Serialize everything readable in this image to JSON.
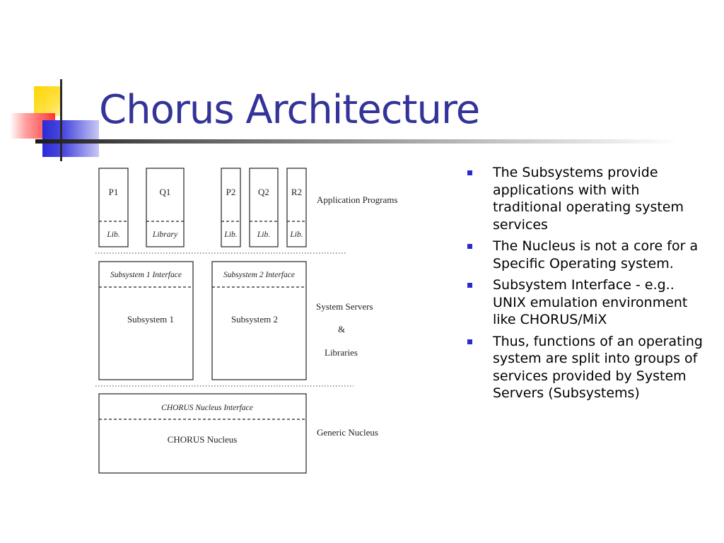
{
  "slide": {
    "title": "Chorus Architecture"
  },
  "diagram": {
    "layers": {
      "application": "Application Programs",
      "servers_line1": "System Servers",
      "servers_amp": "&",
      "servers_line2": "Libraries",
      "nucleus": "Generic Nucleus"
    },
    "programs": [
      {
        "name": "P1",
        "lib": "Lib."
      },
      {
        "name": "Q1",
        "lib": "Library"
      },
      {
        "name": "P2",
        "lib": "Lib."
      },
      {
        "name": "Q2",
        "lib": "Lib."
      },
      {
        "name": "R2",
        "lib": "Lib."
      }
    ],
    "subsystems": [
      {
        "interface": "Subsystem 1 Interface",
        "name": "Subsystem 1"
      },
      {
        "interface": "Subsystem 2 Interface",
        "name": "Subsystem 2"
      }
    ],
    "nucleus_box": {
      "interface": "CHORUS Nucleus Interface",
      "name": "CHORUS Nucleus"
    }
  },
  "bullets": [
    {
      "text": "The Subsystems provide applications with with traditional operating system services"
    },
    {
      "text": "The Nucleus is not a core for a Specific Operating system."
    },
    {
      "text": "Subsystem Interface - e.g.. UNIX emulation environment like CHORUS/MiX"
    },
    {
      "text": "Thus, functions of an operating system are split into groups of services provided by System Servers (Subsystems)"
    }
  ],
  "colors": {
    "title": "#333399",
    "bullet": "#2a2ad0",
    "deco_yellow": "#ffd400",
    "deco_red": "#ff2a2a",
    "deco_blue": "#2b2bd6"
  }
}
